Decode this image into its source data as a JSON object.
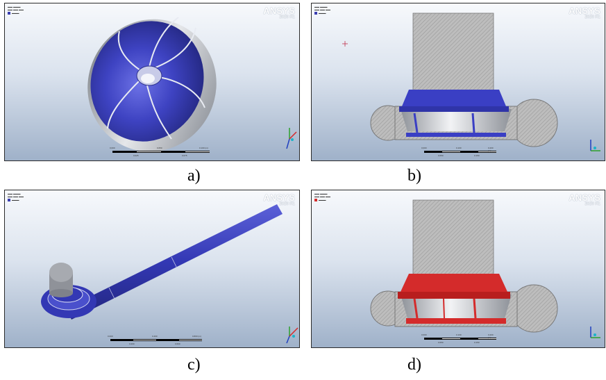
{
  "panels": [
    {
      "id": "a",
      "brand": "ANSYS",
      "version": "2020 R1",
      "legend_color": "#3b3fb0",
      "caption": "a)",
      "scale": {
        "left": "0.000",
        "mid": "0.050",
        "right": "0.100 (m)",
        "q1": "0.025",
        "q3": "0.075"
      }
    },
    {
      "id": "b",
      "brand": "ANSYS",
      "version": "2020 R1",
      "legend_color": "#3b3fb0",
      "caption": "b)",
      "scale": {
        "left": "0.000",
        "mid": "0.100",
        "right": "0.200 (m)",
        "q1": "0.050",
        "q3": "0.150"
      }
    },
    {
      "id": "c",
      "brand": "ANSYS",
      "version": "2020 R1",
      "legend_color": "#3b3fb0",
      "caption": "c)",
      "scale": {
        "left": "0.000",
        "mid": "0.400",
        "right": "0.800 (m)",
        "q1": "0.200",
        "q3": "0.600"
      }
    },
    {
      "id": "d",
      "brand": "ANSYS",
      "version": "2020 R1",
      "legend_color": "#d42b2b",
      "caption": "d)",
      "scale": {
        "left": "0.000",
        "mid": "0.100",
        "right": "0.200 (m)",
        "q1": "0.050",
        "q3": "0.150"
      }
    }
  ],
  "colors": {
    "model_blue": "#3b3fb0",
    "highlight_red": "#d42b2b",
    "hatch_gray": "#b8b8b8",
    "metal": "#cfd3d8"
  }
}
